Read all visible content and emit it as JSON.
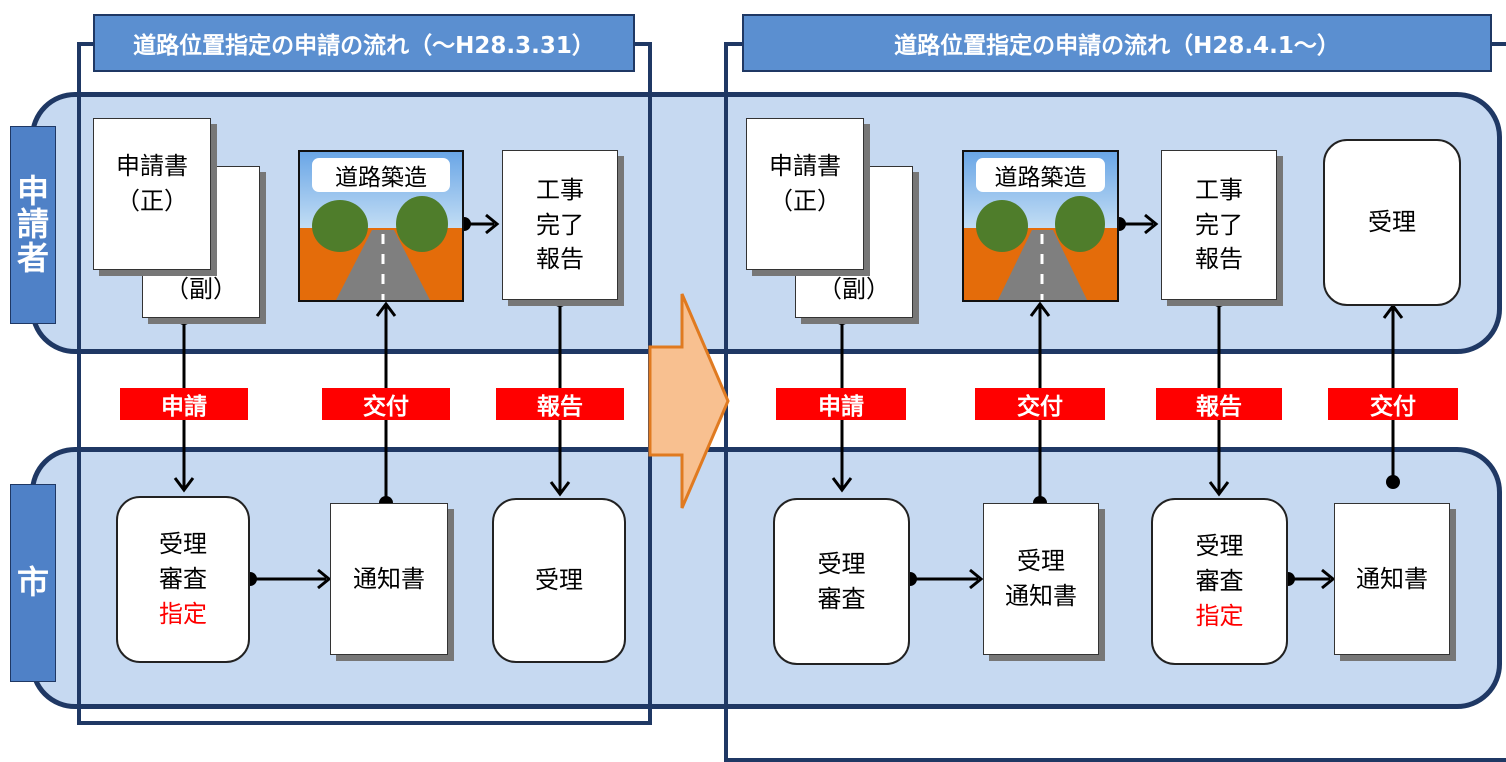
{
  "left": {
    "title": "道路位置指定の申請の流れ（～H28.3.31）",
    "applicant_label": "申\n請\n者",
    "city_label": "市",
    "doc_main": [
      "申請書",
      "（正）"
    ],
    "doc_copy": "（副）",
    "construction": "道路築造",
    "completion_report": [
      "工事",
      "完了",
      "報告"
    ],
    "tags": [
      "申請",
      "交付",
      "報告"
    ],
    "review": {
      "lines": [
        "受理",
        "審査"
      ],
      "red": "指定"
    },
    "notice": "通知書",
    "accept": "受理"
  },
  "right": {
    "title": "道路位置指定の申請の流れ（H28.4.1～）",
    "doc_main": [
      "申請書",
      "（正）"
    ],
    "doc_copy": "（副）",
    "construction": "道路築造",
    "completion_report": [
      "工事",
      "完了",
      "報告"
    ],
    "accept_top": "受理",
    "tags": [
      "申請",
      "交付",
      "報告",
      "交付"
    ],
    "review": [
      "受理",
      "審査"
    ],
    "accept_notice": [
      "受理",
      "通知書"
    ],
    "review2": {
      "lines": [
        "受理",
        "審査"
      ],
      "red": "指定"
    },
    "notice": "通知書"
  },
  "colors": {
    "band": "#c6d9f1",
    "border": "#1f3864",
    "title": "#5b8fd0",
    "tag": "#ff0000",
    "arrow": "#f8c090"
  }
}
